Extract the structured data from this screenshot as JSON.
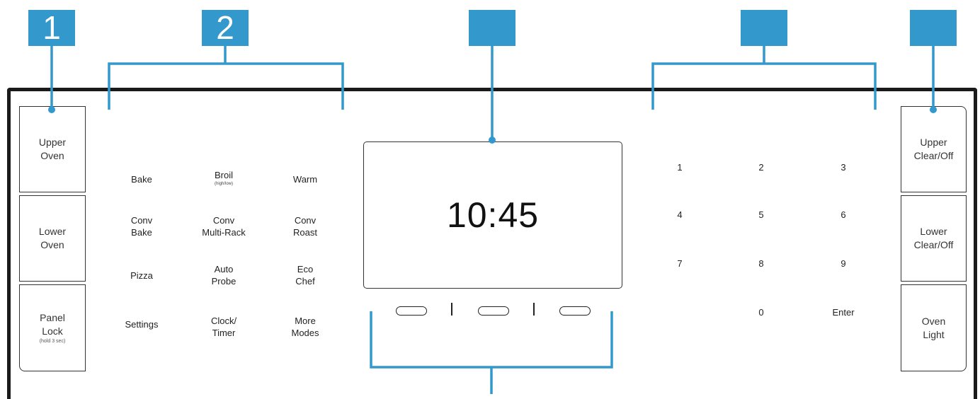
{
  "callouts": [
    "1",
    "2",
    "",
    "",
    ""
  ],
  "left_buttons": [
    {
      "label": "Upper\nOven",
      "note": ""
    },
    {
      "label": "Lower\nOven",
      "note": ""
    },
    {
      "label": "Panel\nLock",
      "note": "(hold 3 sec)"
    }
  ],
  "mode_keys": [
    {
      "label": "Bake",
      "note": ""
    },
    {
      "label": "Broil",
      "note": "(high/low)"
    },
    {
      "label": "Warm",
      "note": ""
    },
    {
      "label": "Conv\nBake",
      "note": ""
    },
    {
      "label": "Conv\nMulti-Rack",
      "note": ""
    },
    {
      "label": "Conv\nRoast",
      "note": ""
    },
    {
      "label": "Pizza",
      "note": ""
    },
    {
      "label": "Auto\nProbe",
      "note": ""
    },
    {
      "label": "Eco\nChef",
      "note": ""
    },
    {
      "label": "Settings",
      "note": ""
    },
    {
      "label": "Clock/\nTimer",
      "note": ""
    },
    {
      "label": "More\nModes",
      "note": ""
    }
  ],
  "display": {
    "time": "10:45"
  },
  "number_keys": [
    "1",
    "2",
    "3",
    "4",
    "5",
    "6",
    "7",
    "8",
    "9",
    "0",
    "Enter"
  ],
  "right_buttons": [
    {
      "label": "Upper\nClear/Off"
    },
    {
      "label": "Lower\nClear/Off"
    },
    {
      "label": "Oven\nLight"
    }
  ],
  "colors": {
    "accent": "#3399cc",
    "line": "#333333"
  }
}
